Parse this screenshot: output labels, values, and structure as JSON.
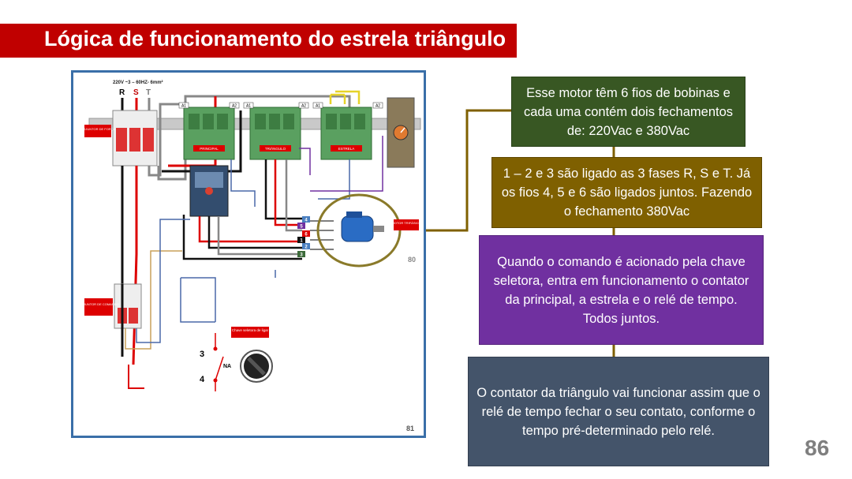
{
  "slide": {
    "title": "Lógica de funcionamento do estrela triângulo",
    "page_number": "86"
  },
  "callouts": [
    {
      "text": "Esse motor têm 6 fios de bobinas e cada uma contém dois fechamentos de: 220Vac e 380Vac",
      "color": "#385723"
    },
    {
      "text": "1 – 2 e 3 são ligado as 3 fases  R, S e T. Já os fios 4, 5 e 6 são ligados juntos. Fazendo o fechamento 380Vac",
      "color": "#7f6000"
    },
    {
      "text": "Quando o comando é acionado pela chave seletora, entra em funcionamento o contator da principal, a estrela e o relé de tempo. Todos juntos.",
      "color": "#7030a0"
    },
    {
      "text": "O contator da triângulo vai funcionar assim que o relé de tempo fechar o seu contato, conforme o tempo pré-determinado pelo relé.",
      "color": "#44546a"
    }
  ],
  "diagram": {
    "supply_label": "220V ~3 – 60HZ- 6mm²",
    "phases": [
      "R",
      "S",
      "T"
    ],
    "breaker_power_label": "DISJUNTOR DE FORÇA",
    "breaker_command_label": "DISJUNTOR DE COMANDO",
    "contactor_labels": [
      "PRINCIPAL",
      "TRIÂNGULO",
      "ESTRELA"
    ],
    "terminal_labels": [
      "A1",
      "A2",
      "A1",
      "A2",
      "A1",
      "A2"
    ],
    "motor_label": "MOTOR TRIFÁSICO",
    "motor_terminals": [
      "4",
      "5",
      "6",
      "1",
      "2",
      "3"
    ],
    "switch_label": "Chave seletora de ligar",
    "switch_contacts": [
      "3",
      "4"
    ],
    "switch_type": "NA",
    "page_ref": "81",
    "side_ref": "80"
  },
  "colors": {
    "title_bar": "#c00000",
    "frame": "#3a6fa8",
    "connector": "#7f6000",
    "highlight_circle": "#8a7a2a"
  }
}
